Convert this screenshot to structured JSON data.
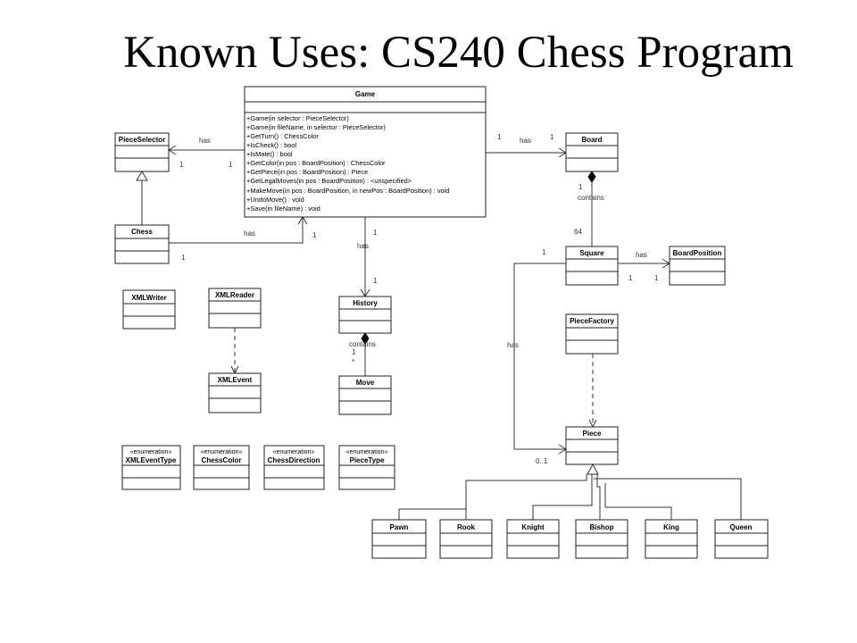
{
  "slide": {
    "title": "Known Uses: CS240 Chess Program"
  },
  "classes": {
    "game": {
      "name": "Game",
      "operations": [
        "+Game(in selector : PieceSelector)",
        "+Game(in fileName, in selector : PieceSelector)",
        "+GetTurn() : ChessColor",
        "+IsCheck() : bool",
        "+IsMate() : bool",
        "+GetColor(in pos : BoardPosition) : ChessColor",
        "+GetPiece(in pos : BoardPosition) : Piece",
        "+GetLegalMoves(in pos : BoardPosition) : <unspecified>",
        "+MakeMove(in pos : BoardPosition, in newPos : BoardPosition) : void",
        "+UndoMove() : void",
        "+Save(in fileName) : void"
      ]
    },
    "piece_selector": {
      "name": "PieceSelector"
    },
    "chess": {
      "name": "Chess"
    },
    "board": {
      "name": "Board"
    },
    "square": {
      "name": "Square"
    },
    "board_position": {
      "name": "BoardPosition"
    },
    "history": {
      "name": "History"
    },
    "move": {
      "name": "Move"
    },
    "xml_writer": {
      "name": "XMLWriter"
    },
    "xml_reader": {
      "name": "XMLReader"
    },
    "xml_event": {
      "name": "XMLEvent"
    },
    "piece_factory": {
      "name": "PieceFactory"
    },
    "piece": {
      "name": "Piece"
    },
    "pawn": {
      "name": "Pawn"
    },
    "rook": {
      "name": "Rook"
    },
    "knight": {
      "name": "Knight"
    },
    "bishop": {
      "name": "Bishop"
    },
    "king": {
      "name": "King"
    },
    "queen": {
      "name": "Queen"
    },
    "xml_event_type": {
      "stereotype": "«enumeration»",
      "name": "XMLEventType"
    },
    "chess_color": {
      "stereotype": "«enumeration»",
      "name": "ChessColor"
    },
    "chess_direction": {
      "stereotype": "«enumeration»",
      "name": "ChessDirection"
    },
    "piece_type": {
      "stereotype": "«enumeration»",
      "name": "PieceType"
    }
  },
  "relations": {
    "game_selector": {
      "label": "has",
      "mult_a": "1",
      "mult_b": "1"
    },
    "chess_game": {
      "label": "has",
      "mult_a": "1",
      "mult_b": "1"
    },
    "game_board": {
      "label": "has",
      "mult_a": "1",
      "mult_b": "1"
    },
    "board_square": {
      "label": "contains",
      "mult_a": "1",
      "mult_b": "64"
    },
    "square_boardposition": {
      "label": "has",
      "mult_a": "1",
      "mult_b": "1"
    },
    "game_history": {
      "label": "has",
      "mult_a": "1",
      "mult_b": "1"
    },
    "history_move": {
      "label": "contains",
      "mult_a": "1",
      "mult_b": "*"
    },
    "square_piece": {
      "label": "has",
      "mult_a": "1",
      "mult_b": "0..1"
    }
  }
}
